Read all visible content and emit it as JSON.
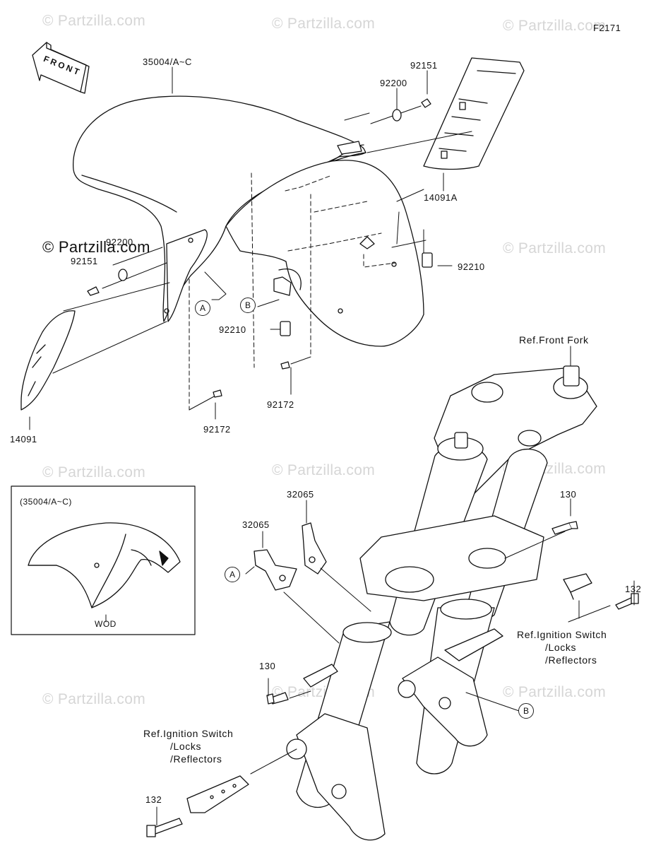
{
  "figure_code": "F2171",
  "front_label": "FRONT",
  "watermark": "© Partzilla.com",
  "parts": [
    {
      "id": "35004-a-c",
      "label": "35004/A~C"
    },
    {
      "id": "92151-top",
      "label": "92151"
    },
    {
      "id": "92200-top",
      "label": "92200"
    },
    {
      "id": "14091a",
      "label": "14091A"
    },
    {
      "id": "92200-left",
      "label": "92200"
    },
    {
      "id": "92151-left",
      "label": "92151"
    },
    {
      "id": "92210-right",
      "label": "92210"
    },
    {
      "id": "92210-mid",
      "label": "92210"
    },
    {
      "id": "92172-mid",
      "label": "92172"
    },
    {
      "id": "92172-low",
      "label": "92172"
    },
    {
      "id": "14091",
      "label": "14091"
    },
    {
      "id": "32065-a",
      "label": "32065"
    },
    {
      "id": "32065-b",
      "label": "32065"
    },
    {
      "id": "130-right",
      "label": "130"
    },
    {
      "id": "130-left",
      "label": "130"
    },
    {
      "id": "132-right",
      "label": "132"
    },
    {
      "id": "132-left",
      "label": "132"
    }
  ],
  "references": {
    "front_fork": "Ref.Front Fork",
    "ignition_right": [
      "Ref.Ignition Switch",
      "/Locks",
      "/Reflectors"
    ],
    "ignition_left": [
      "Ref.Ignition Switch",
      "/Locks",
      "/Reflectors"
    ]
  },
  "callouts": {
    "a": "A",
    "b": "B"
  },
  "inset": {
    "title": "(35004/A~C)",
    "caption": "WOD"
  }
}
